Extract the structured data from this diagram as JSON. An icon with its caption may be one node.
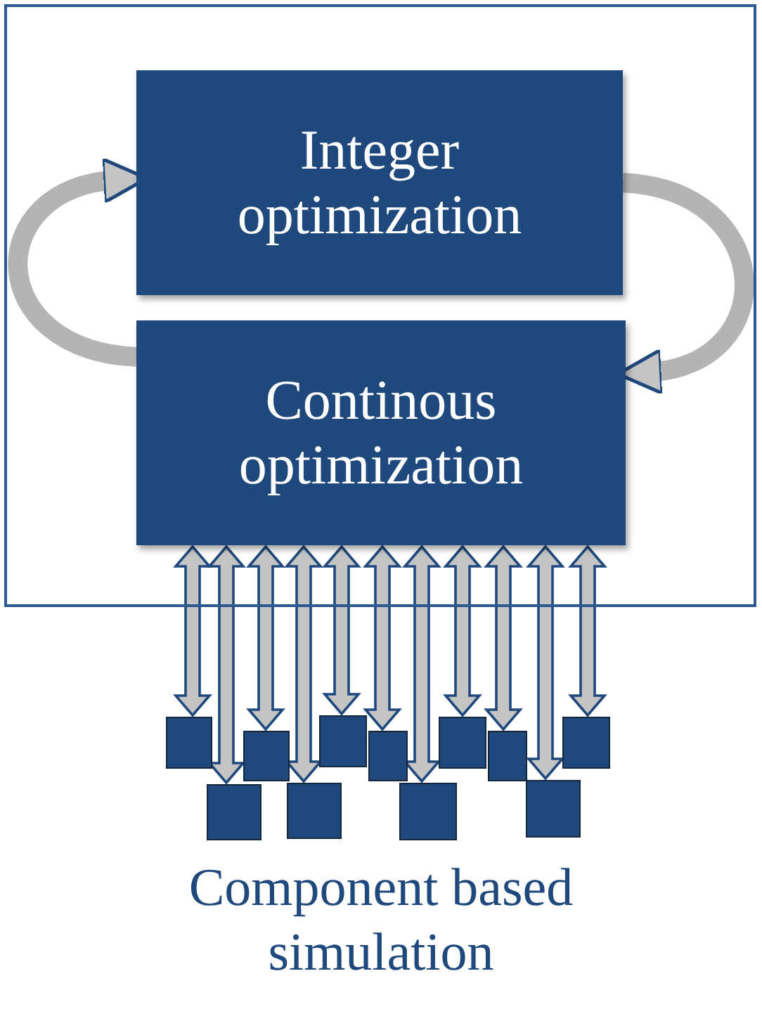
{
  "diagram": {
    "nodes": [
      {
        "text": [],
        "shape": "box"
      },
      {
        "text": [
          "Integer optimization"
        ],
        "in": 0
      },
      {
        "text": [
          "Continous optimization"
        ],
        "in": 0
      },
      {
        "text": [],
        "shape": "box"
      },
      {
        "text": [],
        "shape": "box"
      },
      {
        "text": [],
        "shape": "box"
      },
      {
        "text": [],
        "shape": "box"
      },
      {
        "text": [],
        "shape": "box"
      },
      {
        "text": [],
        "shape": "box"
      },
      {
        "text": [],
        "shape": "box"
      },
      {
        "text": [],
        "shape": "box"
      },
      {
        "text": [],
        "shape": "box"
      },
      {
        "text": [],
        "shape": "box"
      },
      {
        "text": [],
        "shape": "box"
      }
    ],
    "edges": [
      {
        "from": 1,
        "to": 2,
        "arrow": "to"
      },
      {
        "from": 2,
        "to": 1,
        "arrow": "to"
      },
      {
        "from": 2,
        "to": 3,
        "arrow": "both"
      },
      {
        "from": 2,
        "to": 4,
        "arrow": "both"
      },
      {
        "from": 2,
        "to": 5,
        "arrow": "both"
      },
      {
        "from": 2,
        "to": 6,
        "arrow": "both"
      },
      {
        "from": 2,
        "to": 7,
        "arrow": "both"
      },
      {
        "from": 2,
        "to": 8,
        "arrow": "both"
      },
      {
        "from": 2,
        "to": 9,
        "arrow": "both"
      },
      {
        "from": 2,
        "to": 10,
        "arrow": "both"
      },
      {
        "from": 2,
        "to": 11,
        "arrow": "both"
      },
      {
        "from": 2,
        "to": 12,
        "arrow": "both"
      },
      {
        "from": 2,
        "to": 13,
        "arrow": "both"
      }
    ],
    "labels": [
      "Component based simulation"
    ]
  }
}
